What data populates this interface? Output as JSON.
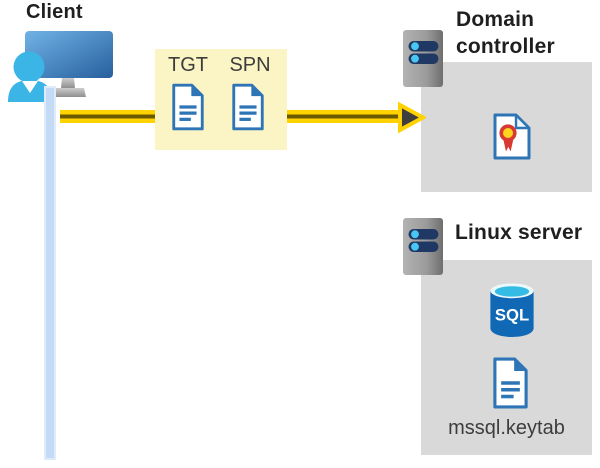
{
  "client": {
    "label": "Client"
  },
  "tickets": {
    "tgt": "TGT",
    "spn": "SPN"
  },
  "domain_controller": {
    "label": "Domain controller"
  },
  "linux_server": {
    "label": "Linux server",
    "sql": "SQL",
    "keytab": "mssql.keytab"
  },
  "icons": {
    "client": "client-computer-with-user-icon",
    "arrow": "yellow-ticket-transfer-arrow",
    "tgt": "tgt-document-icon",
    "spn": "spn-document-icon",
    "domain_controller": "server-icon",
    "certificate": "certificate-icon",
    "linux": "server-icon",
    "sql": "sql-database-icon",
    "keytab": "keytab-document-icon"
  },
  "colors": {
    "arrow-yellow": "#FFD200",
    "arrow-core": "#6B5900",
    "arrowhead-dark": "#3E3E3E",
    "ticket-bg": "#FBF4C5",
    "panel-gray": "#D9D9D9",
    "doc-blue": "#2E75B6",
    "sql-body": "#1168B4",
    "sql-top": "#35BCE4",
    "person-cyan": "#3AB5E6",
    "timeline-blue": "#C4DAF6",
    "timeline-border": "#E0EBFA",
    "server-navy": "#1F3864",
    "server-dot": "#49C7F2",
    "cert-red": "#D63A32",
    "cert-gold": "#FFD21E",
    "label-color": "#1F1F1F",
    "text-color": "#3D3D3D"
  }
}
